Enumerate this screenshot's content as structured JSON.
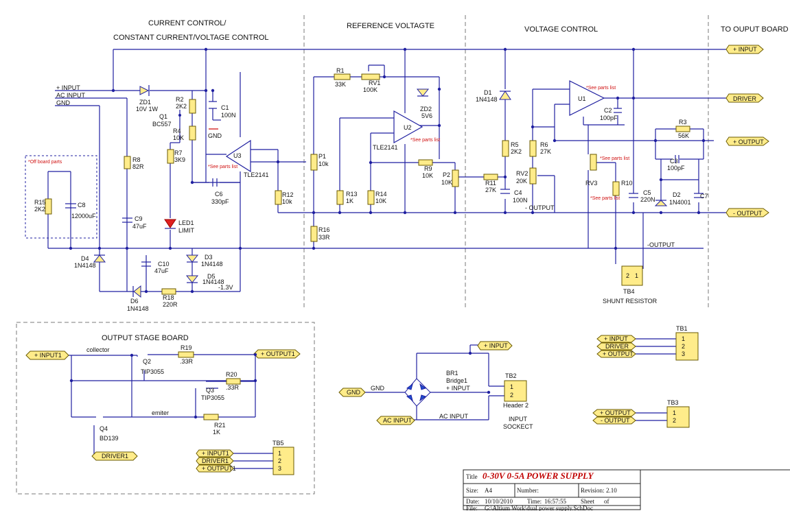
{
  "sections": {
    "current_control_1": "CURRENT CONTROL/",
    "current_control_2": "CONSTANT CURRENT/VOLTAGE CONTROL",
    "reference": "REFERENCE VOLTAGTE",
    "voltage_control": "VOLTAGE CONTROL",
    "to_output": "TO OUPUT BOARD",
    "output_stage": "OUTPUT STAGE BOARD"
  },
  "nets": {
    "plus_input": "+ INPUT",
    "ac_input": "AC INPUT",
    "gnd": "GND",
    "driver": "DRIVER",
    "plus_output": "+ OUTPUT",
    "minus_output": "- OUTPUT",
    "minus_output_nospace": "-OUTPUT",
    "plus_input1": "+ INPUT1",
    "plus_output1": "+ OUTPUT1",
    "driver1": "DRIVER1",
    "minus_1v3": "-1.3V",
    "collector": "collector",
    "emitter": "emiter",
    "off_board": "*Off board parts",
    "see_parts": "*See parts list"
  },
  "components": {
    "zd1": "ZD1",
    "zd1_v": "10V 1W",
    "q1": "Q1",
    "q1_v": "BC557",
    "r2": "R2",
    "r2_v": "2K2",
    "r4": "R4",
    "r4_v": "10K",
    "r7": "R7",
    "r7_v": "3K9",
    "c1": "C1",
    "c1_v": "100N",
    "r8": "R8",
    "r8_v": "82R",
    "c9": "C9",
    "c9_v": "47uF",
    "r15": "R15",
    "r15_v": "2K2",
    "c8": "C8",
    "c8_v": "12000uF",
    "led1": "LED1",
    "led1_v": "LIMIT",
    "u3": "U3",
    "u3_v": "TLE2141",
    "c6": "C6",
    "c6_v": "330pF",
    "r12": "R12",
    "r12_v": "10k",
    "p1": "P1",
    "p1_v": "10k",
    "d4": "D4",
    "d4_v": "1N4148",
    "d6": "D6",
    "d6_v": "1N4148",
    "c10": "C10",
    "c10_v": "47uF",
    "d3": "D3",
    "d3_v": "1N4148",
    "d5": "D5",
    "d5_v": "1N4148",
    "r18": "R18",
    "r18_v": "220R",
    "r1": "R1",
    "r1_v": "33K",
    "rv1": "RV1",
    "rv1_v": "100K",
    "zd2": "ZD2",
    "zd2_v": "5V6",
    "u2": "U2",
    "u2_v": "TLE2141",
    "r9": "R9",
    "r9_v": "10K",
    "p2": "P2",
    "p2_v": "10K",
    "r13": "R13",
    "r13_v": "1K",
    "r14": "R14",
    "r14_v": "10K",
    "r16": "R16",
    "r16_v": "33R",
    "d1": "D1",
    "d1_v": "1N4148",
    "r5": "R5",
    "r5_v": "2K2",
    "r6": "R6",
    "r6_v": "27K",
    "rv2": "RV2",
    "rv2_v": "20K",
    "r11": "R11",
    "r11_v": "27K",
    "c4": "C4",
    "c4_v": "100N",
    "u1": "U1",
    "c2": "C2",
    "c2_v": "100pF",
    "r3": "R3",
    "r3_v": "56K",
    "c3": "C3",
    "c3_v": "100pF",
    "rv3": "RV3",
    "r10": "R10",
    "c5": "C5",
    "c5_v": "220N",
    "d2": "D2",
    "d2_v": "1N4001",
    "c7": "C7",
    "tb4": "TB4",
    "tb4_v": "SHUNT RESISTOR",
    "q2": "Q2",
    "q2_v": "TIP3055",
    "q3": "Q3",
    "q3_v": "TIP3055",
    "q4": "Q4",
    "q4_v": "BD139",
    "r19": "R19",
    "r19_v": ".33R",
    "r20": "R20",
    "r20_v": ".33R",
    "r21": "R21",
    "r21_v": "1K",
    "tb5": "TB5",
    "br1": "BR1",
    "br1_v": "Bridge1",
    "tb2": "TB2",
    "tb2_v": "Header 2",
    "input_socket_1": "INPUT",
    "input_socket_2": "SOCKECT",
    "tb1": "TB1",
    "tb3": "TB3"
  },
  "title_block": {
    "title_label": "Title",
    "title": "0-30V 0-5A POWER SUPPLY",
    "size_label": "Size:",
    "size": "A4",
    "number_label": "Number:",
    "revision_label": "Revision:",
    "revision": "2.10",
    "date_label": "Date:",
    "date": "10/10/2010",
    "time_label": "Time:",
    "time": "16:57:55",
    "sheet_label": "Sheet",
    "of_label": "of",
    "file_label": "File:",
    "file": "G:\\Altium Work\\dual power supply.SchDoc"
  },
  "colors": {
    "wire": "#1f1fa0",
    "part_fill": "#ffec8a",
    "note": "#d01010",
    "title": "#c00000"
  }
}
